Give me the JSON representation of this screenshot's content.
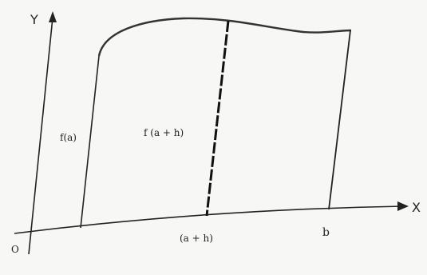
{
  "diagram": {
    "axes": {
      "x_label": "X",
      "y_label": "Y",
      "origin_label": "O"
    },
    "ordinates": {
      "left_label": "f(a)",
      "middle_label": "f (a + h)"
    },
    "x_ticks": {
      "middle_label": "(a + h)",
      "right_label": "b"
    },
    "colors": {
      "ink": "#222222",
      "background": "#f7f7f5"
    }
  }
}
